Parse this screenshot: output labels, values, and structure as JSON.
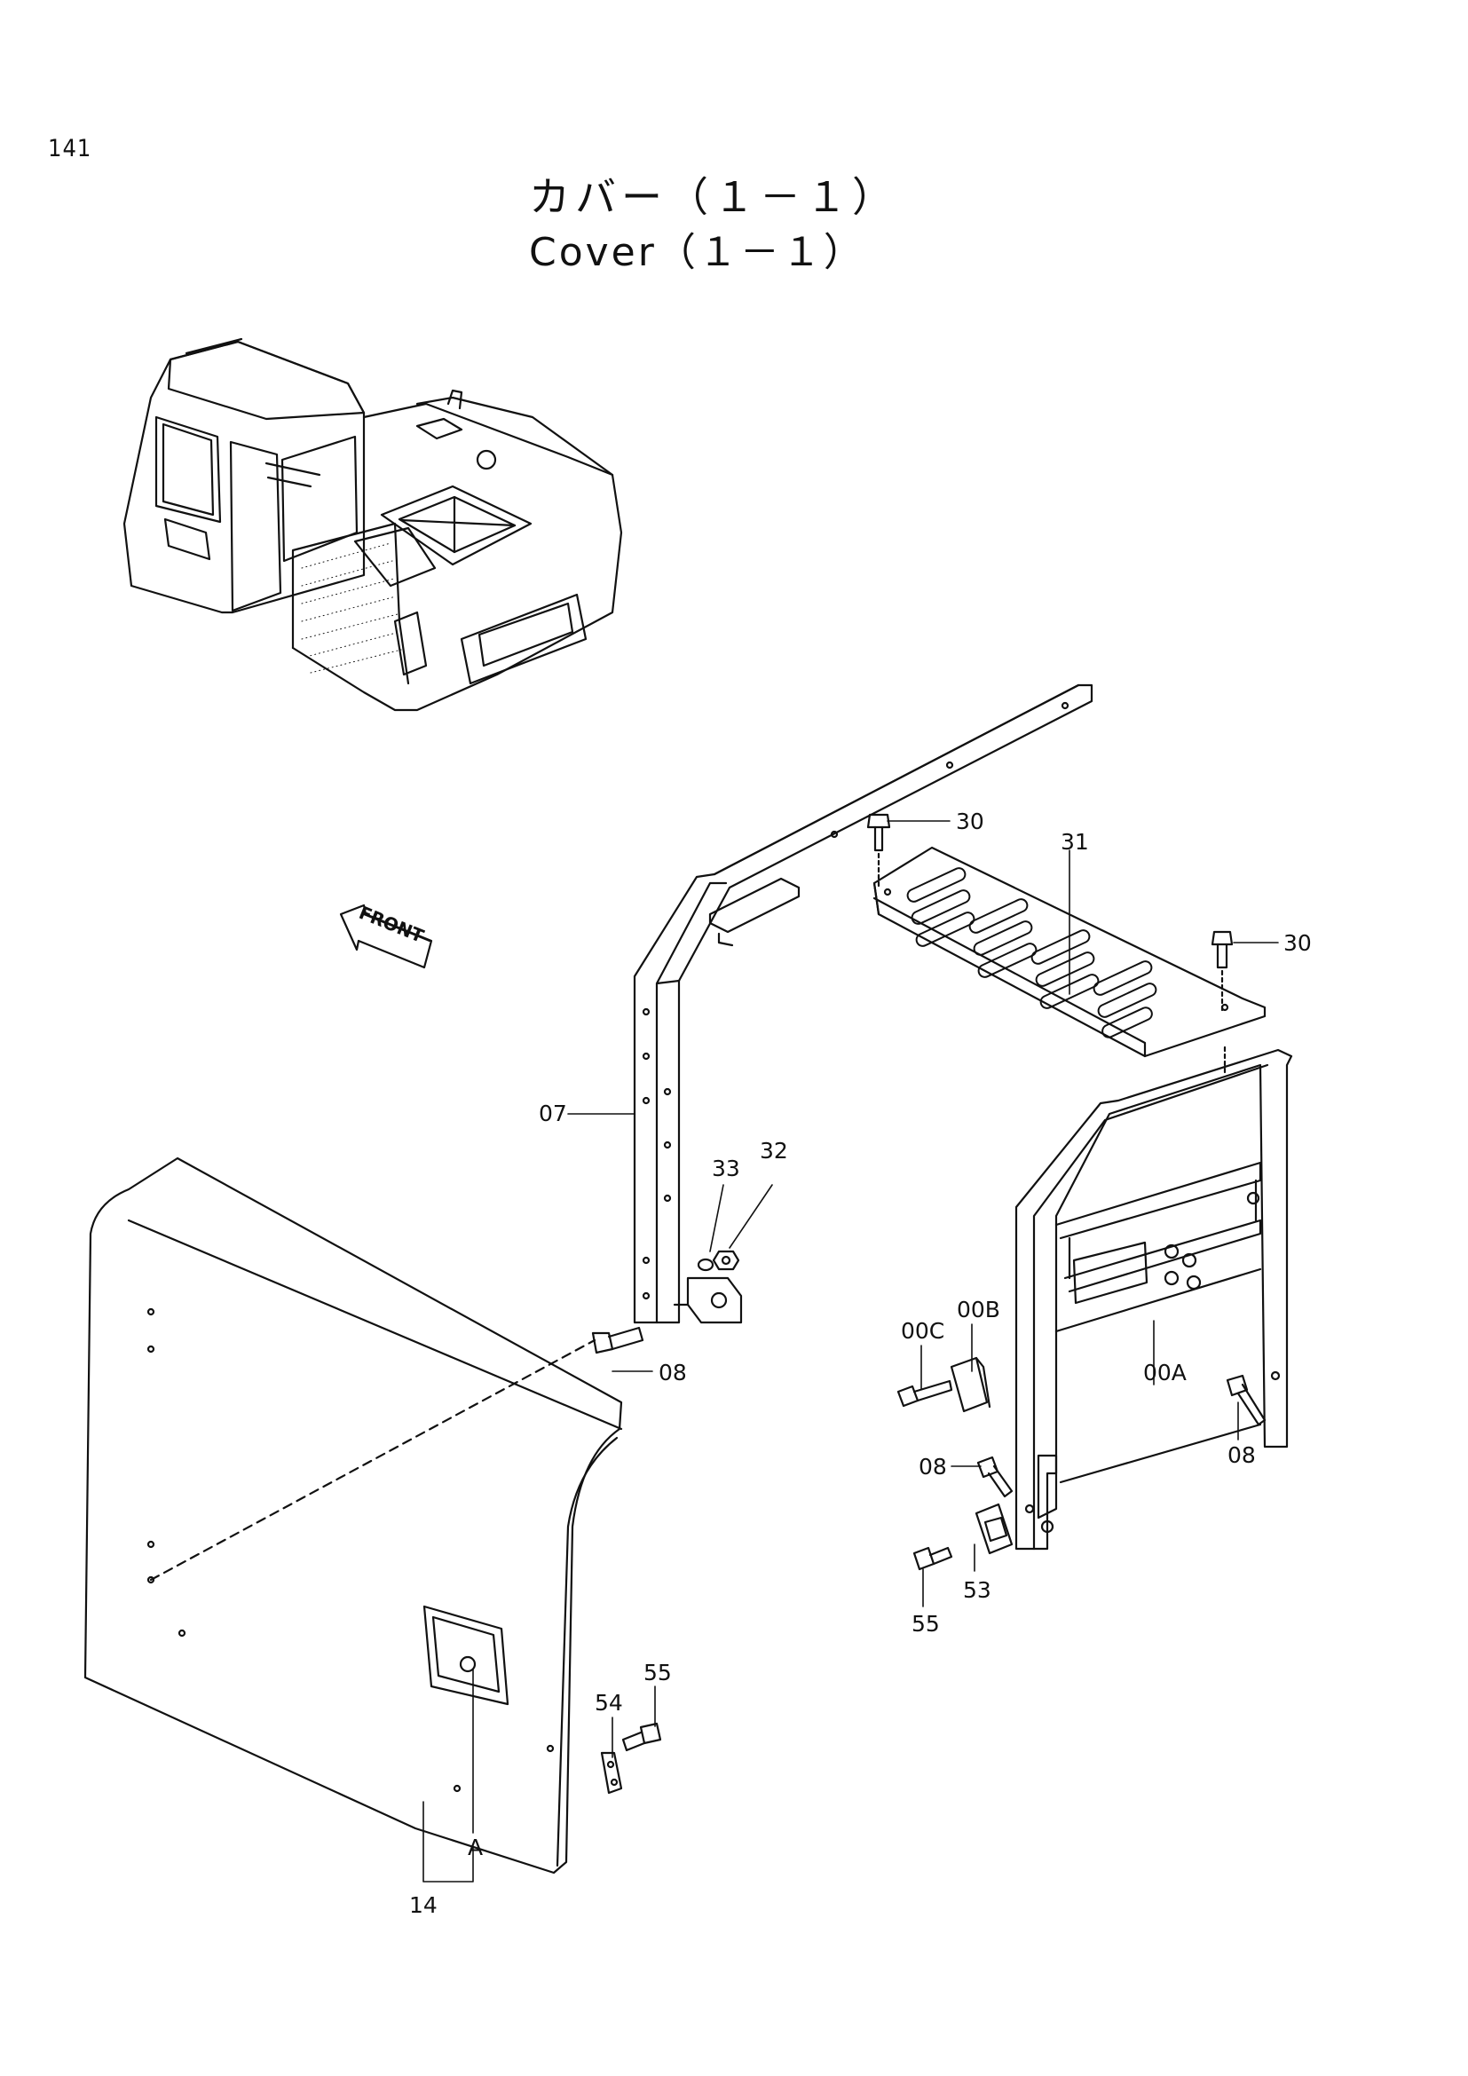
{
  "page": {
    "number": "141"
  },
  "title": {
    "japanese": "カバー（１－１）",
    "english": "Cover（１－１）"
  },
  "front_marker": "FRONT",
  "callouts": {
    "c30a": "30",
    "c31": "31",
    "c30b": "30",
    "c07": "07",
    "c33": "33",
    "c32": "32",
    "c08a": "08",
    "c00B": "00B",
    "c00C": "00C",
    "c00A": "00A",
    "c08b": "08",
    "c08c": "08",
    "c53": "53",
    "c55a": "55",
    "c54": "54",
    "c55b": "55",
    "cA": "A",
    "c14": "14"
  }
}
